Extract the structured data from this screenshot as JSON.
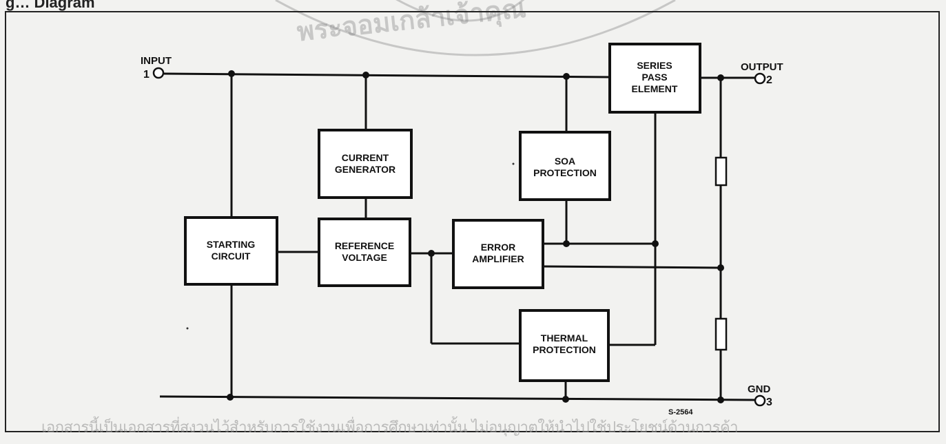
{
  "figure_caption": "g… Diagram",
  "watermark": {
    "seal_text": "พระจอมเกล้าเจ้าคุณ",
    "footer_text": "เอกสารนี้เป็นเอกสารที่สงวนไว้สำหรับการใช้งานเพื่อการศึกษาเท่านั้น ไม่อนุญาตให้นำไปใช้ประโยชน์ด้านการค้า"
  },
  "pins": {
    "input": {
      "label": "INPUT",
      "number": "1"
    },
    "output": {
      "label": "OUTPUT",
      "number": "2"
    },
    "gnd": {
      "label": "GND",
      "number": "3"
    }
  },
  "blocks": {
    "series_pass": [
      "SERIES",
      "PASS",
      "ELEMENT"
    ],
    "current_generator": [
      "CURRENT",
      "GENERATOR"
    ],
    "soa_protection": [
      "SOA",
      "PROTECTION"
    ],
    "starting_circuit": [
      "STARTING",
      "CIRCUIT"
    ],
    "reference_voltage": [
      "REFERENCE",
      "VOLTAGE"
    ],
    "error_amplifier": [
      "ERROR",
      "AMPLIFIER"
    ],
    "thermal_protection": [
      "THERMAL",
      "PROTECTION"
    ]
  },
  "figure_code": "S-2564"
}
